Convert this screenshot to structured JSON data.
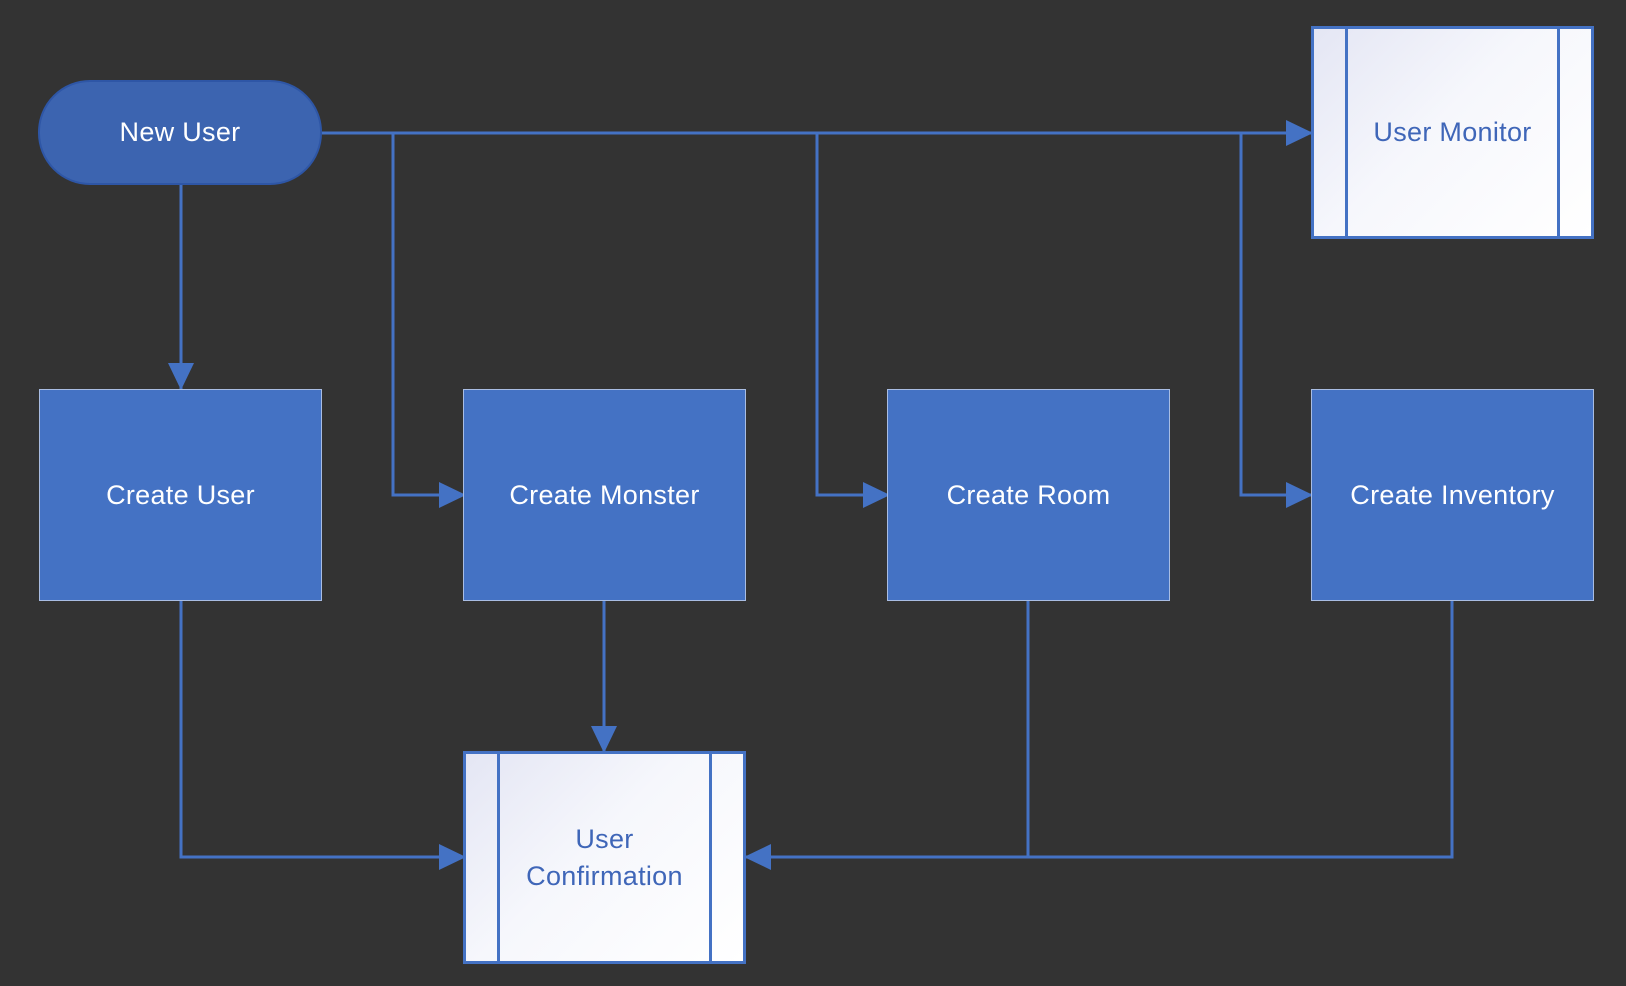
{
  "diagram": {
    "colors": {
      "background": "#333333",
      "connector": "#4472c4",
      "process_fill": "#4472c4",
      "terminator_fill": "#3c64b0",
      "subprocess_fill": "#ffffff",
      "subprocess_text": "#3f66b8"
    },
    "nodes": {
      "new_user": {
        "label": "New User",
        "shape": "terminator"
      },
      "user_monitor": {
        "label": "User Monitor",
        "shape": "predefined-process"
      },
      "create_user": {
        "label": "Create User",
        "shape": "process"
      },
      "create_monster": {
        "label": "Create Monster",
        "shape": "process"
      },
      "create_room": {
        "label": "Create Room",
        "shape": "process"
      },
      "create_inventory": {
        "label": "Create Inventory",
        "shape": "process"
      },
      "user_confirmation": {
        "label": "User\nConfirmation",
        "shape": "predefined-process"
      }
    },
    "edges": [
      {
        "from": "New User",
        "to": "User Monitor"
      },
      {
        "from": "New User",
        "to": "Create User"
      },
      {
        "from": "New User",
        "to": "Create Monster"
      },
      {
        "from": "New User",
        "to": "Create Room"
      },
      {
        "from": "New User",
        "to": "Create Inventory"
      },
      {
        "from": "Create User",
        "to": "User Confirmation"
      },
      {
        "from": "Create Monster",
        "to": "User Confirmation"
      },
      {
        "from": "Create Room",
        "to": "User Confirmation"
      },
      {
        "from": "Create Inventory",
        "to": "User Confirmation"
      }
    ]
  }
}
